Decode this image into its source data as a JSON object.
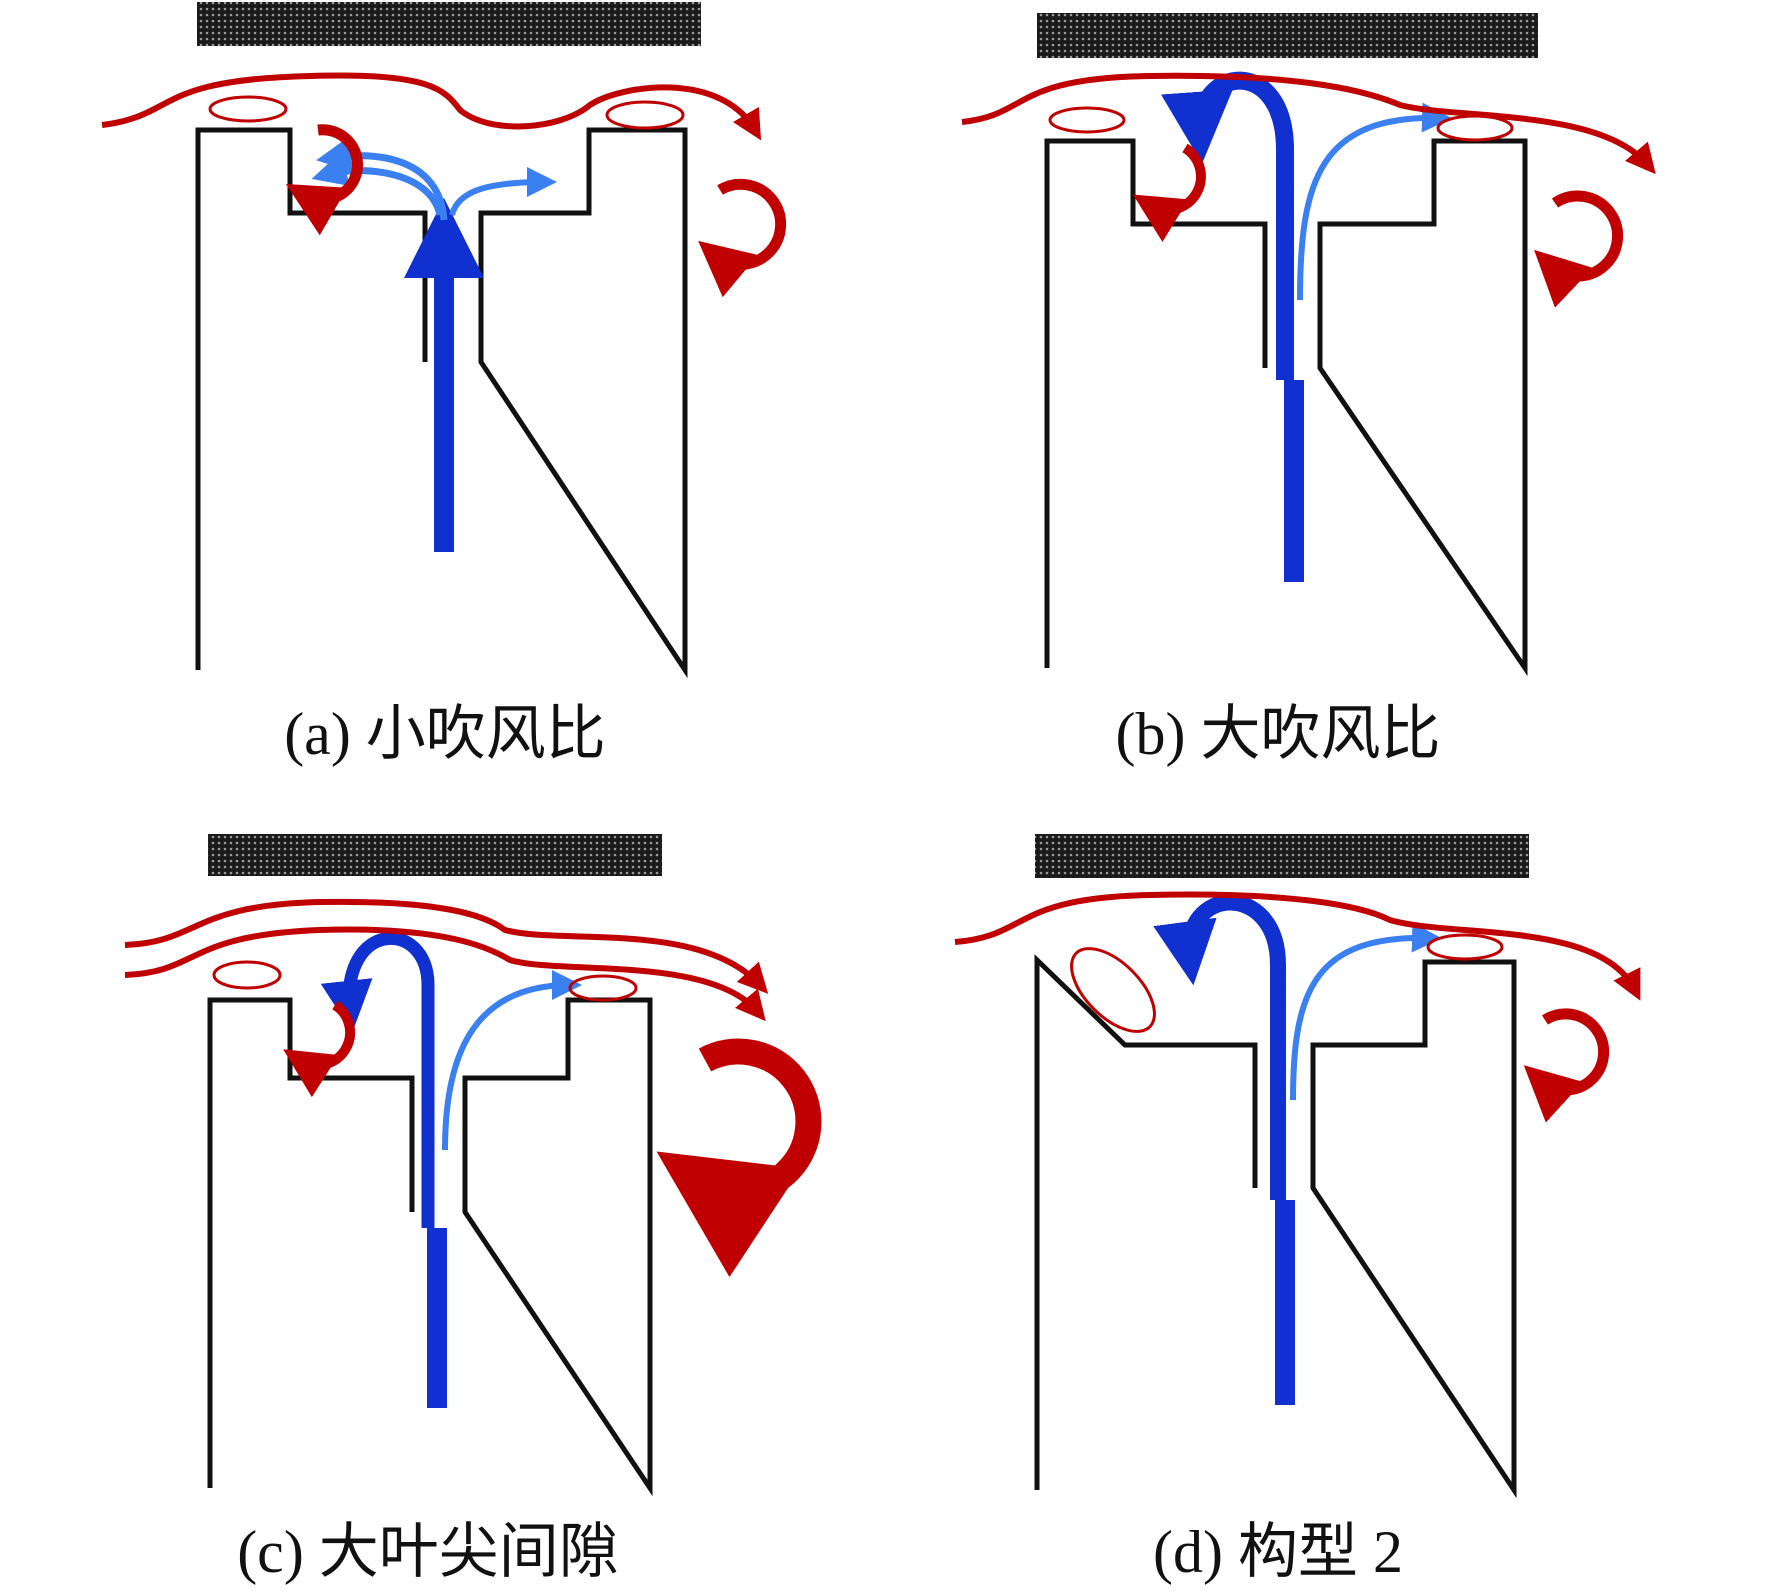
{
  "panels": [
    {
      "id": "a",
      "caption": "(a) 小吹风比"
    },
    {
      "id": "b",
      "caption": "(b) 大吹风比"
    },
    {
      "id": "c",
      "caption": "(c) 大叶尖间隙"
    },
    {
      "id": "d",
      "caption": "(d) 构型 2"
    }
  ],
  "colors": {
    "outline": "#111111",
    "casing": "#1a1a1a",
    "leakage_flow": "#c00000",
    "coolant_jet": "#1030d0",
    "coolant_branch": "#3a80f0"
  }
}
